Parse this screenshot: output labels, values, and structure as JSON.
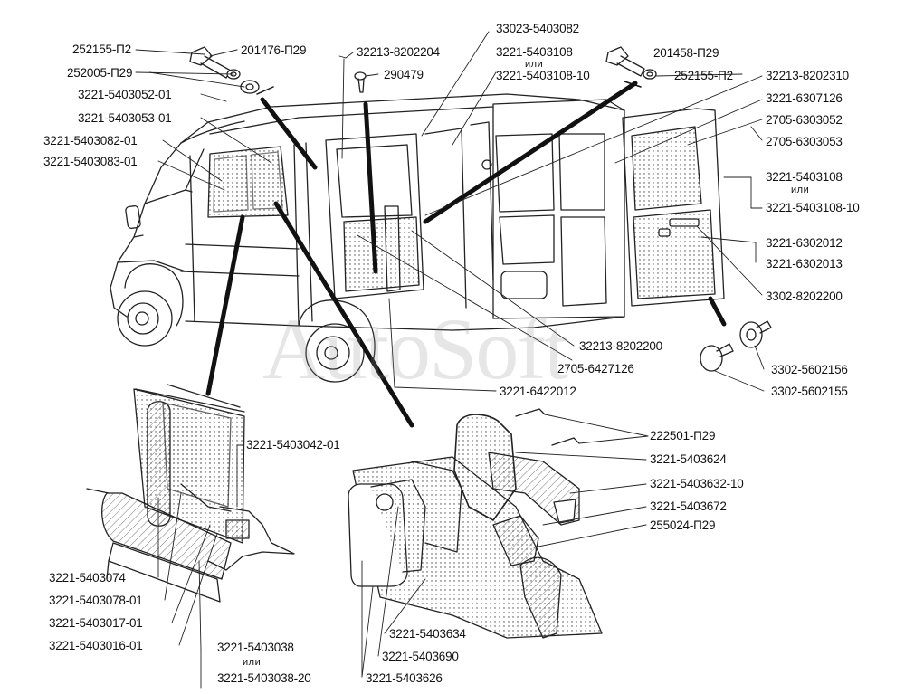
{
  "watermark": "AutoSoft",
  "or_word": "или",
  "labels": {
    "l252155_P2_left": "252155-П2",
    "l201476_P29": "201476-П29",
    "l252005_P29": "252005-П29",
    "l3221_5403052_01": "3221-5403052-01",
    "l3221_5403053_01": "3221-5403053-01",
    "l3221_5403082_01": "3221-5403082-01",
    "l3221_5403083_01": "3221-5403083-01",
    "l32213_8202204": "32213-8202204",
    "l290479": "290479",
    "l33023_5403082": "33023-5403082",
    "l3221_5403108_top": "3221-5403108",
    "l3221_5403108_10_top": "3221-5403108-10",
    "l201458_P29": "201458-П29",
    "l252155_P2_right": "252155-П2",
    "l32213_8202310": "32213-8202310",
    "l3221_6307126": "3221-6307126",
    "l2705_6303052": "2705-6303052",
    "l2705_6303053": "2705-6303053",
    "l3221_5403108_right": "3221-5403108",
    "l3221_5403108_10_right": "3221-5403108-10",
    "l3221_6302012": "3221-6302012",
    "l3221_6302013": "3221-6302013",
    "l3302_8202200": "3302-8202200",
    "l32213_8202200": "32213-8202200",
    "l2705_6427126": "2705-6427126",
    "l3221_6422012": "3221-6422012",
    "l3302_5602156": "3302-5602156",
    "l3302_5602155": "3302-5602155",
    "l222501_P29": "222501-П29",
    "l3221_5403624": "3221-5403624",
    "l3221_5403632_10": "3221-5403632-10",
    "l3221_5403672": "3221-5403672",
    "l255024_P29": "255024-П29",
    "l3221_5403042_01": "3221-5403042-01",
    "l3221_5403074": "3221-5403074",
    "l3221_5403078_01": "3221-5403078-01",
    "l3221_5403017_01": "3221-5403017-01",
    "l3221_5403016_01": "3221-5403016-01",
    "l3221_5403038": "3221-5403038",
    "l3221_5403038_20": "3221-5403038-20",
    "l3221_5403634": "3221-5403634",
    "l3221_5403690": "3221-5403690",
    "l3221_5403626": "3221-5403626"
  }
}
